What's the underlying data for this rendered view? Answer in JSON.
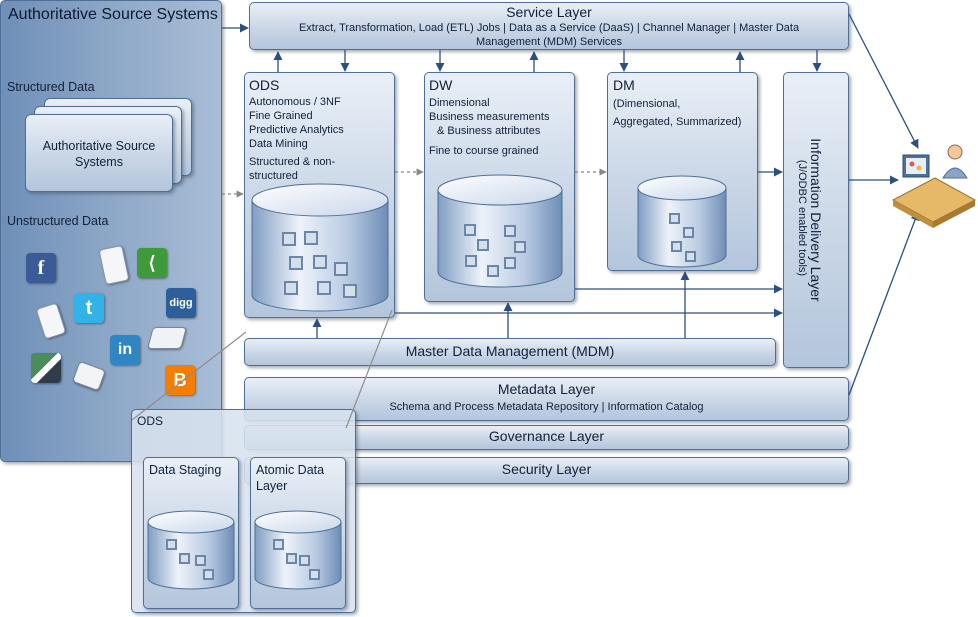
{
  "sources": {
    "title": "Authoritative Source Systems",
    "structured_label": "Structured Data",
    "stack_label_1": "Authoritative Source",
    "stack_label_2": "Systems",
    "unstructured_label": "Unstructured Data"
  },
  "service_layer": {
    "title": "Service Layer",
    "line1": "Extract, Transformation, Load (ETL) Jobs | Data as a Service (DaaS)  | Channel Manager | Master Data",
    "line2": "Management (MDM) Services"
  },
  "ods": {
    "title": "ODS",
    "lines": [
      "Autonomous / 3NF",
      "Fine Grained",
      "Predictive Analytics",
      "Data Mining",
      "Structured & non-",
      "structured"
    ]
  },
  "dw": {
    "title": "DW",
    "lines": [
      "Dimensional",
      "Business measurements",
      "& Business attributes",
      "Fine to course grained"
    ]
  },
  "dm": {
    "title": "DM",
    "lines": [
      "(Dimensional,",
      "Aggregated, Summarized)"
    ]
  },
  "delivery": {
    "title": "Information Delivery Layer",
    "subtitle": "(J/ODBC enabled tools)"
  },
  "mdm": {
    "label": "Master Data Management (MDM)"
  },
  "metadata": {
    "title": "Metadata Layer",
    "subtitle": "Schema and Process Metadata Repository  | Information Catalog"
  },
  "governance": {
    "label": "Governance Layer"
  },
  "security": {
    "label": "Security Layer"
  },
  "ods_detail": {
    "title": "ODS",
    "staging": "Data Staging",
    "atomic_1": "Atomic Data",
    "atomic_2": "Layer"
  },
  "icons": {
    "facebook": "f",
    "twitter": "t",
    "linkedin": "in",
    "digg": "digg",
    "blogger": "B"
  },
  "colors": {
    "panel_border": "#4f6f95",
    "panel_light": "#e9eff7",
    "panel_mid": "#c9d6e6",
    "arrow": "#2d4f7c"
  }
}
